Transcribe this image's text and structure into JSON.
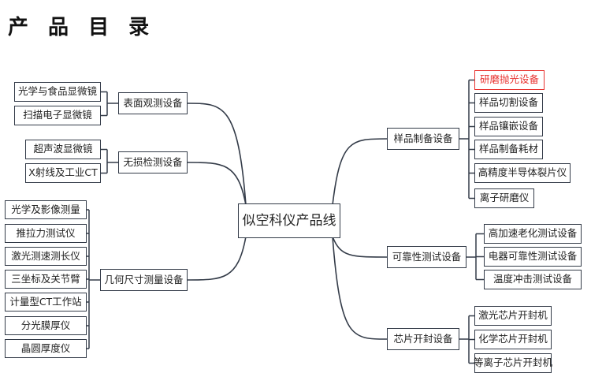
{
  "title": "产 品 目 录",
  "colors": {
    "line": "#333b48",
    "highlight": "#e8322f",
    "text": "#222222"
  },
  "mindmap": {
    "root": "似空科仪产品线",
    "branches": [
      {
        "label": "表面观测设备",
        "items": [
          "光学与食品显微镜",
          "扫描电子显微镜"
        ]
      },
      {
        "label": "无损检测设备",
        "items": [
          "超声波显微镜",
          "X射线及工业CT"
        ]
      },
      {
        "label": "几何尺寸测量设备",
        "items": [
          "光学及影像测量",
          "推拉力测试仪",
          "激光测速测长仪",
          "三坐标及关节臂",
          "计量型CT工作站",
          "分光膜厚仪",
          "晶圆厚度仪"
        ]
      },
      {
        "label": "样品制备设备",
        "items": [
          "研磨抛光设备",
          "样品切割设备",
          "样品镶嵌设备",
          "样品制备耗材",
          "高精度半导体裂片仪",
          "离子研磨仪"
        ],
        "highlighted_item": "研磨抛光设备"
      },
      {
        "label": "可靠性测试设备",
        "items": [
          "高加速老化测试设备",
          "电器可靠性测试设备",
          "温度冲击测试设备"
        ]
      },
      {
        "label": "芯片开封设备",
        "items": [
          "激光芯片开封机",
          "化学芯片开封机",
          "等离子芯片开封机"
        ]
      }
    ]
  }
}
